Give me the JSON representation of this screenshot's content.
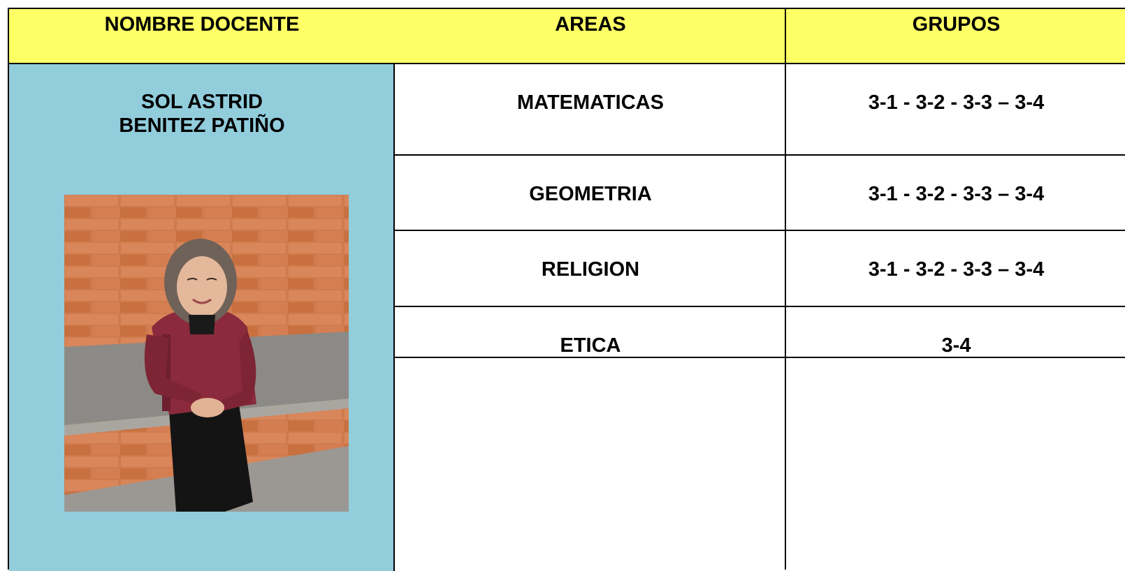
{
  "table": {
    "headers": {
      "teacher": "NOMBRE DOCENTE",
      "areas": "AREAS",
      "groups": "GRUPOS"
    },
    "teacher": {
      "name_line1": "SOL ASTRID",
      "name_line2": "BENITEZ PATIÑO"
    },
    "rows": [
      {
        "area": "MATEMATICAS",
        "groups": "3-1 - 3-2 - 3-3 – 3-4"
      },
      {
        "area": "GEOMETRIA",
        "groups": "3-1 - 3-2 - 3-3 – 3-4"
      },
      {
        "area": "RELIGION",
        "groups": "3-1 - 3-2 - 3-3 – 3-4"
      },
      {
        "area": "ETICA",
        "groups": "3-4"
      }
    ]
  },
  "colors": {
    "header_bg": "#ffff66",
    "teacher_bg": "#92cddc",
    "border": "#000000"
  }
}
